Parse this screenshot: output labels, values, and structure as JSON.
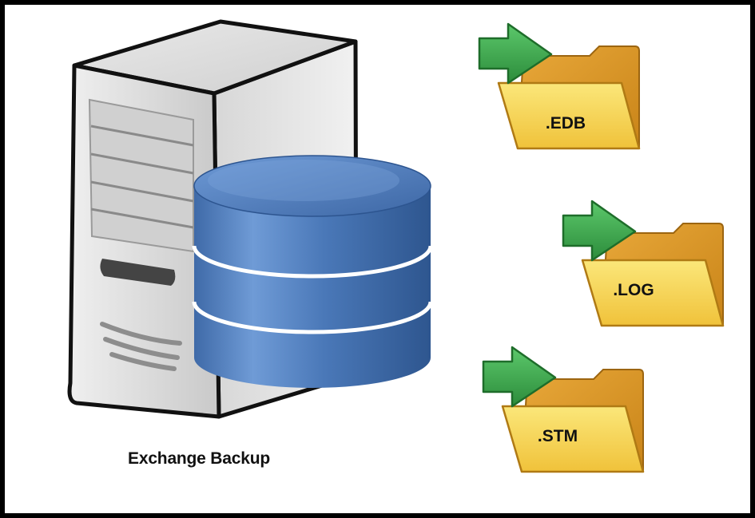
{
  "diagram": {
    "caption": "Exchange Backup",
    "files": [
      {
        "extension": ".EDB",
        "icon": "folder-icon"
      },
      {
        "extension": ".LOG",
        "icon": "folder-icon"
      },
      {
        "extension": ".STM",
        "icon": "folder-icon"
      }
    ],
    "colors": {
      "server_body": "#d9d9d9",
      "database": "#4f7fc0",
      "folder": "#f3c94f",
      "arrow": "#3aa24a"
    }
  }
}
